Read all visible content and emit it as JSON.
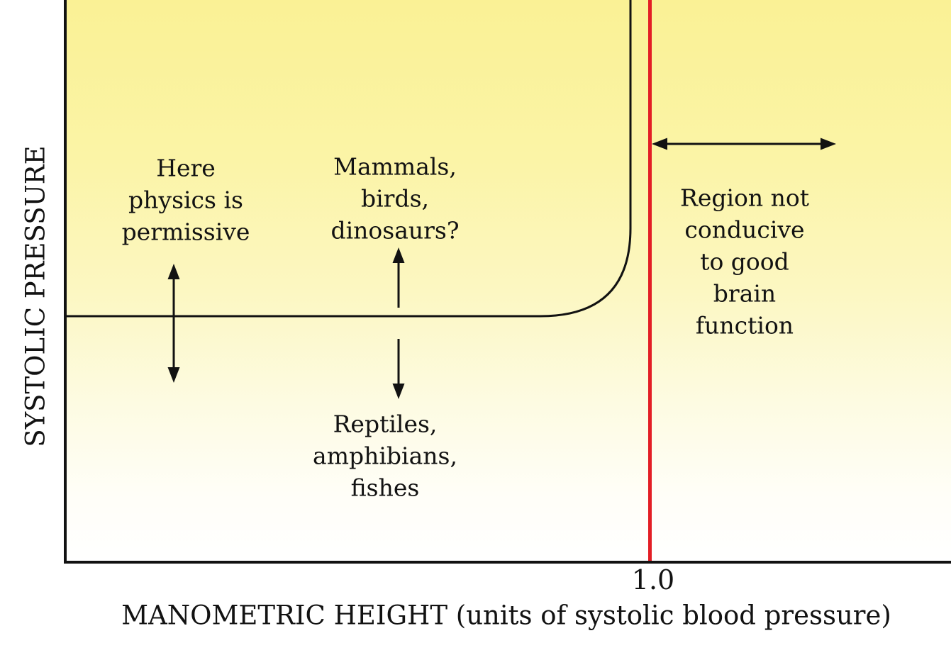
{
  "figure": {
    "colors": {
      "background_top": "#faf195",
      "background_bottom": "#ffffff",
      "axis_and_curve": "#121212",
      "critical_line_red": "#e31e25",
      "text": "#121212"
    }
  },
  "chart_data": {
    "type": "line",
    "title": "",
    "xlabel": "MANOMETRIC HEIGHT (units of systolic blood pressure)",
    "ylabel": "SYSTOLIC PRESSURE",
    "x_ticks": [
      {
        "label": "1.0",
        "value": 1.0
      }
    ],
    "xlim": [
      0,
      1.5
    ],
    "grid": false,
    "legend": "none",
    "series": [
      {
        "name": "physics-permissive-boundary",
        "style": "solid black line, flat then turning sharply vertical with rounded corner just before x = 1.0",
        "points": [
          [
            0,
            1.0
          ],
          [
            0.8,
            1.0
          ],
          [
            0.9,
            1.03
          ],
          [
            0.955,
            1.25
          ],
          [
            0.965,
            2.0
          ]
        ],
        "note": "y in relative systolic-pressure units; vertical segment continues beyond top of chart at x ≈ 0.97"
      },
      {
        "name": "brain-function-limit",
        "style": "vertical red line",
        "vline_x": 1.0,
        "color": "#e31e25"
      }
    ],
    "annotations": [
      {
        "text": "Here physics is permissive",
        "arrow": "double-headed vertical",
        "location": "left region, arrow crosses the flat boundary line"
      },
      {
        "text": "Mammals, birds, dinosaurs?",
        "arrow": "up arrow pointing toward text from boundary line",
        "location": "above flat boundary line"
      },
      {
        "text": "Reptiles, amphibians, fishes",
        "arrow": "down arrow pointing toward text from boundary line",
        "location": "below flat boundary line"
      },
      {
        "text": "Region not conducive to good brain function",
        "arrow": "double-headed horizontal starting at red line",
        "location": "right of x = 1.0"
      }
    ]
  },
  "labels": {
    "ylabel": "SYSTOLIC PRESSURE",
    "xlabel": "MANOMETRIC HEIGHT (units of systolic blood pressure)",
    "tick_1_0": "1.0",
    "here_physics": "Here\nphysics is\npermissive",
    "mammals": "Mammals,\nbirds,\ndinosaurs?",
    "reptiles": "Reptiles,\namphibians,\nfishes",
    "region": "Region not\nconducive\nto good\nbrain\nfunction"
  }
}
